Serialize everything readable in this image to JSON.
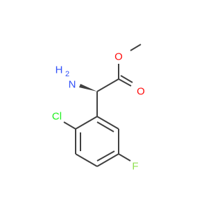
{
  "molecule": {
    "atoms": {
      "methyl_o": "O",
      "carbonyl_o": "O",
      "amine": "H",
      "amine_sub": "2",
      "amine_n": "N",
      "chlorine": "Cl",
      "fluorine": "F"
    },
    "colors": {
      "bond": "#404040",
      "oxygen": "#ff0d0d",
      "nitrogen": "#3050f8",
      "chlorine": "#1ff01f",
      "fluorine": "#90e050"
    }
  }
}
